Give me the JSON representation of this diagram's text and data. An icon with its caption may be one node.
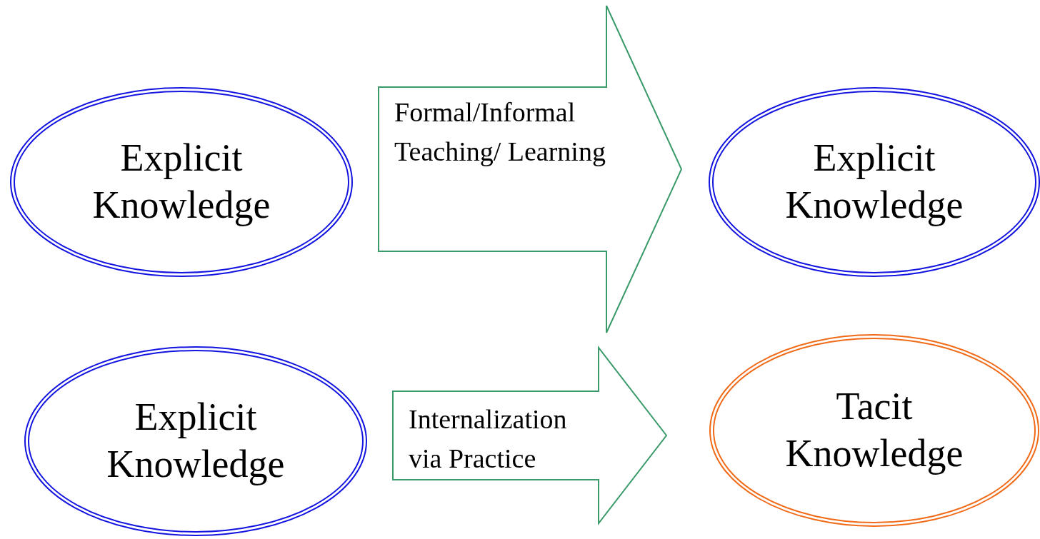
{
  "diagram": {
    "nodes": [
      {
        "text": [
          "Explicit Knowledge"
        ]
      },
      {
        "text": [
          "Explicit Knowledge"
        ]
      },
      {
        "text": [
          "Explicit Knowledge"
        ]
      },
      {
        "text": [
          "Tacit Knowledge"
        ]
      }
    ],
    "edges": [
      {
        "from": 0,
        "to": 1,
        "arrow": "to",
        "label": "Formal/Informal Teaching/ Learning"
      },
      {
        "from": 2,
        "to": 3,
        "arrow": "to",
        "label": "Internalization via Practice",
        "color": "#3a9a6a"
      }
    ]
  }
}
